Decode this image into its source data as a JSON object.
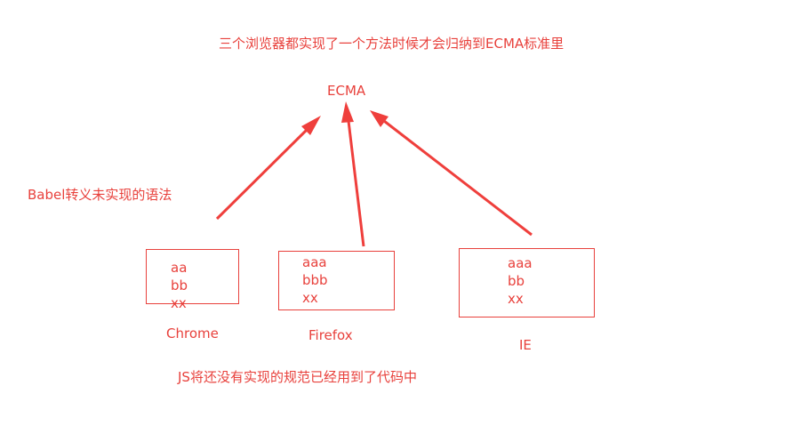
{
  "heading": "三个浏览器都实现了一个方法时候才会归纳到ECMA标准里",
  "ecma_label": "ECMA",
  "babel_note": "Babel转义未实现的语法",
  "bottom_note": "JS将还没有实现的规范已经用到了代码中",
  "browsers": [
    {
      "name": "Chrome",
      "items": [
        "aa",
        "bb",
        "xx"
      ]
    },
    {
      "name": "Firefox",
      "items": [
        "aaa",
        "bbb",
        "xx"
      ]
    },
    {
      "name": "IE",
      "items": [
        "aaa",
        "bb",
        "xx"
      ]
    }
  ],
  "colors": {
    "text": "#e8413c",
    "arrow": "#ef3f3c"
  }
}
